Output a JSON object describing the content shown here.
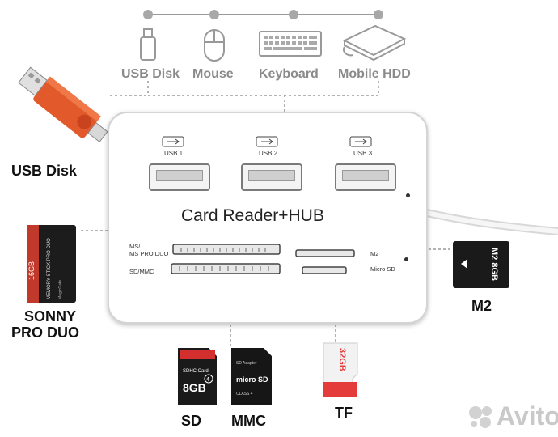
{
  "top_devices": [
    {
      "label": "USB Disk",
      "icon": "usb-stick-icon"
    },
    {
      "label": "Mouse",
      "icon": "mouse-icon"
    },
    {
      "label": "Keyboard",
      "icon": "keyboard-icon"
    },
    {
      "label": "Mobile HDD",
      "icon": "hdd-icon"
    }
  ],
  "hub": {
    "title": "Card Reader+HUB",
    "ports": [
      "USB 1",
      "USB 2",
      "USB 3"
    ],
    "slot_ms": "MS/\nMS PRO DUO",
    "slot_sdmmc": "SD/MMC",
    "slot_m2": "M2",
    "slot_microsd": "Micro SD"
  },
  "side_labels": {
    "usb_disk": "USB Disk",
    "sony_line1": "SONNY",
    "sony_line2": "PRO DUO",
    "m2": "M2",
    "sd": "SD",
    "mmc": "MMC",
    "tf": "TF"
  },
  "cards": {
    "ms_pro_duo": {
      "capacity": "16GB",
      "text": "MEMORY STICK PRO DUO",
      "brand": "MagicGate"
    },
    "m2": {
      "text": "M2 8GB"
    },
    "sd": {
      "capacity": "8GB",
      "type": "SDHC Card",
      "class": "4"
    },
    "mmc": {
      "line1": "SD Adapter",
      "brand": "micro SD",
      "class": "CLASS 4"
    },
    "tf": {
      "capacity": "32GB"
    }
  },
  "watermark": "Avito",
  "colors": {
    "line": "#9a9a9a",
    "accent_red": "#e05030",
    "hub_body": "#ffffff"
  }
}
